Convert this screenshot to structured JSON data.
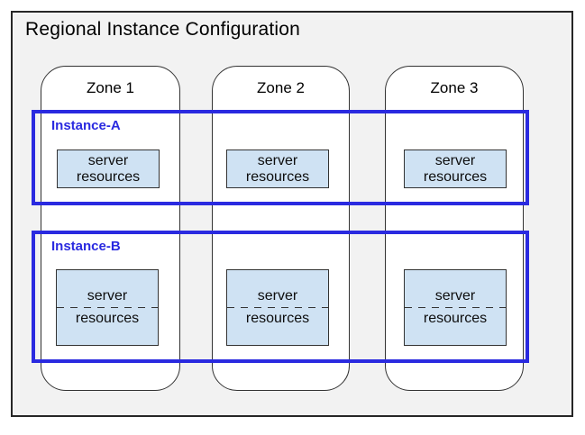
{
  "title": "Regional Instance Configuration",
  "zones": [
    {
      "label": "Zone 1"
    },
    {
      "label": "Zone 2"
    },
    {
      "label": "Zone 3"
    }
  ],
  "instances": [
    {
      "label": "Instance-A"
    },
    {
      "label": "Instance-B"
    }
  ],
  "server_box": {
    "line1": "server",
    "line2": "resources"
  },
  "colors": {
    "region_background": "#f2f2f2",
    "region_border": "#262626",
    "zone_background": "#ffffff",
    "zone_border": "#333333",
    "instance_accent": "#2a2ae0",
    "server_fill": "#cfe2f3",
    "server_border": "#333333",
    "title_text": "#000000"
  }
}
